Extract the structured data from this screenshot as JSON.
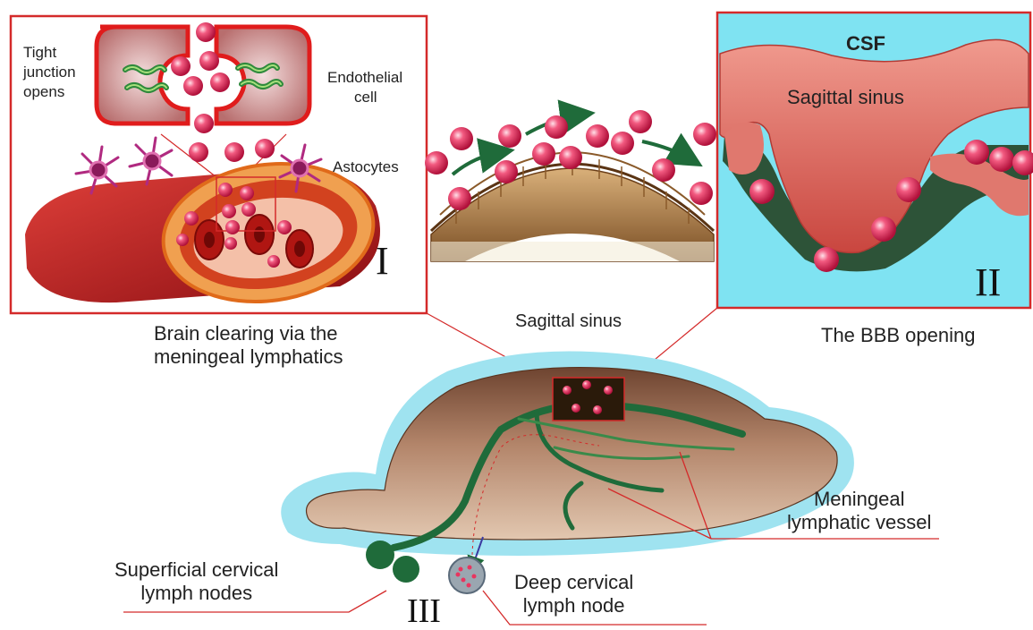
{
  "panel_I": {
    "roman": "I",
    "tight_junction": [
      "Tight",
      "junction",
      "opens"
    ],
    "endothelial": [
      "Endothelial",
      "cell"
    ],
    "astrocytes": "Astocytes",
    "caption": [
      "Brain clearing via the",
      "meningeal lymphatics"
    ]
  },
  "panel_II": {
    "roman": "II",
    "csf": "CSF",
    "sinus": "Sagittal sinus",
    "caption": "The BBB opening"
  },
  "brain": {
    "sinus_label": "Sagittal sinus",
    "meningeal": [
      "Meningeal",
      "lymphatic vessel"
    ],
    "superficial": [
      "Superficial cervical",
      "lymph nodes"
    ],
    "deep": [
      "Deep cervical",
      "lymph node"
    ],
    "roman": "III"
  },
  "colors": {
    "frame_red": "#d42a2a",
    "panel_II_bg": "#7fe3f2",
    "lymph_green": "#1f6b3a",
    "vesicle_pink": "#e8355f",
    "csf_blue": "#9fe3f0",
    "brain_brown": "#9a6a4a"
  }
}
